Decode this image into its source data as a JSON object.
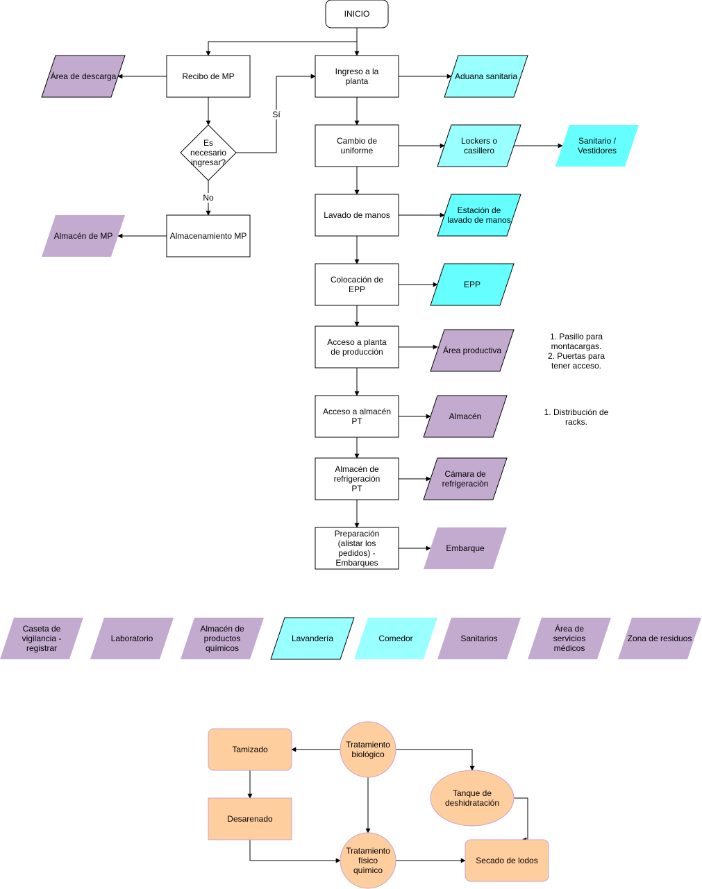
{
  "colors": {
    "stroke": "#000000",
    "purple": "#C3ABD0",
    "cyan_light": "#99FFFF",
    "cyan": "#66FFFF",
    "orange_fill": "#FFCE9F",
    "orange_stroke": "#C8A2C8"
  },
  "flow": {
    "start": "INICIO",
    "recibo": "Recibo de MP",
    "area_descarga": "Área de descarga",
    "decision": "Es necesario ingresar?",
    "label_si": "Sí",
    "label_no": "No",
    "almacenamiento": "Almacenamiento MP",
    "almacen_mp": "Almacén de MP",
    "ingreso": "Ingreso a la planta",
    "aduana": "Aduana sanitaria",
    "cambio": "Cambio de uniforme",
    "lockers": "Lockers o casillero",
    "sanitario": "Sanitario / Vestidores",
    "lavado": "Lavado de manos",
    "estacion": "Estación de lavado de manos",
    "colocacion": "Colocación de EPP",
    "epp": "EPP",
    "acceso_planta": "Acceso a planta de producción",
    "area_productiva": "Área productiva",
    "acceso_almacen": "Acceso a almacén PT",
    "almacen": "Almacén",
    "almacen_refri": "Almacén de refrigeración PT",
    "camara": "Cámara de refrigeraciòn",
    "preparacion": "Preparación (alistar los pedidos) - Embarques",
    "embarque": "Embarque"
  },
  "notes": {
    "productiva": "1. Pasillo para\nmontacargas.\n2. Puertas para\ntener acceso.",
    "almacen": "1. Distribución de\nracks."
  },
  "areas": [
    "Caseta de vigilancia - registrar",
    "Laboratorio",
    "Almacén de productos químicos",
    "Lavandería",
    "Comedor",
    "Sanitarios",
    "Área de servicios médicos",
    "Zona de residuos"
  ],
  "treatment": {
    "biologico": "Tratamiento biológico",
    "tamizado": "Tamizado",
    "desarenado": "Desarenado",
    "fisico": "Tratamiento físico quìmico",
    "tanque": "Tanque de deshidratación",
    "secado": "Secado de lodos"
  }
}
